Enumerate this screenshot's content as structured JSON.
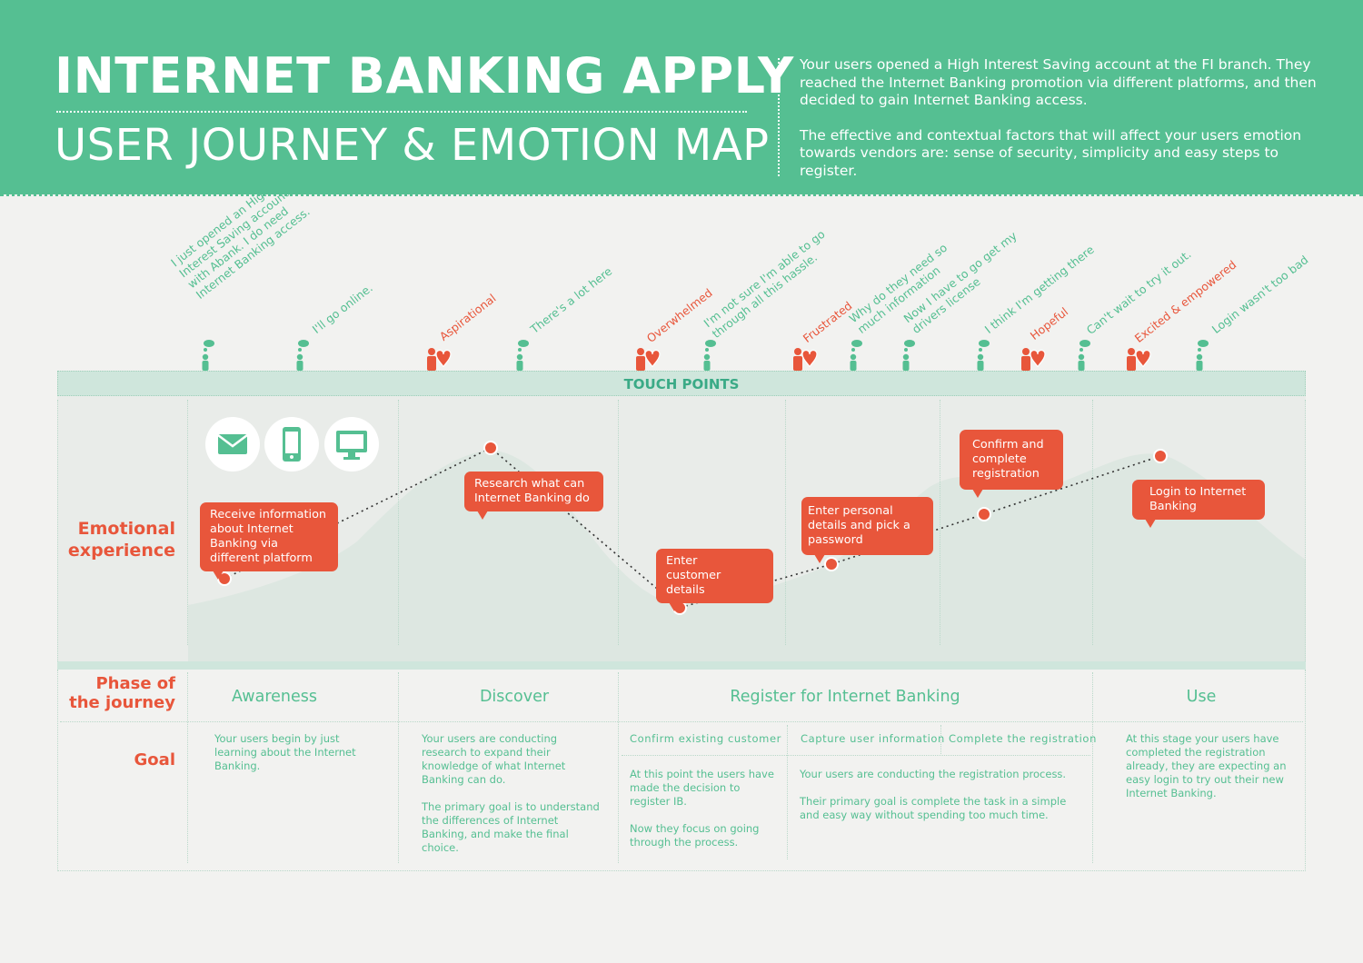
{
  "header": {
    "title": "INTERNET BANKING APPLY",
    "subtitle": "USER JOURNEY & EMOTION MAP",
    "intro_p1": "Your users opened a High Interest Saving account at the FI branch. They reached the Internet Banking promotion via different platforms, and then decided to gain Internet Banking access.",
    "intro_p2": "The effective and contextual factors that will affect your users emotion towards vendors are: sense of security, simplicity and easy steps to register."
  },
  "touch_points_label": "TOUCH POINTS",
  "rows": {
    "emotional": "Emotional experience",
    "phase": "Phase of the journey",
    "goal": "Goal"
  },
  "thoughts": [
    {
      "text": "I just opened an High\nInterest Saving account\nwith Abank. I do need\nInternet Banking access.",
      "kind": "thought"
    },
    {
      "text": "I'll go online.",
      "kind": "thought"
    },
    {
      "text": "Aspirational",
      "kind": "emotion"
    },
    {
      "text": "There's a lot here",
      "kind": "thought"
    },
    {
      "text": "Overwhelmed",
      "kind": "emotion"
    },
    {
      "text": "I'm not sure I'm able to go\nthrough all this hassle.",
      "kind": "thought"
    },
    {
      "text": "Frustrated",
      "kind": "emotion"
    },
    {
      "text": "Why do they need so\nmuch information",
      "kind": "thought"
    },
    {
      "text": "Now I have to go get my\ndrivers license",
      "kind": "thought"
    },
    {
      "text": "I think I'm getting there",
      "kind": "thought"
    },
    {
      "text": "Hopeful",
      "kind": "emotion"
    },
    {
      "text": "Can't wait to try it out.",
      "kind": "thought"
    },
    {
      "text": "Excited & empowered",
      "kind": "emotion"
    },
    {
      "text": "Login wasn't too bad",
      "kind": "thought"
    }
  ],
  "touch_icons": [
    "envelope-icon",
    "phone-icon",
    "monitor-icon"
  ],
  "journey_points": [
    {
      "label": "Receive information about Internet Banking via different platform"
    },
    {
      "label": "Research what can Internet Banking do"
    },
    {
      "label": "Enter customer details"
    },
    {
      "label": "Enter personal details and pick a password"
    },
    {
      "label": "Confirm and complete registration"
    },
    {
      "label": "Login to Internet Banking"
    }
  ],
  "phases": [
    {
      "name": "Awareness"
    },
    {
      "name": "Discover"
    },
    {
      "name": "Register for Internet Banking"
    },
    {
      "name": "Use"
    }
  ],
  "goals": {
    "awareness": "Your users begin by just learning about the Internet Banking.",
    "discover_p1": "Your users are conducting research to expand their knowledge of what Internet Banking can do.",
    "discover_p2": "The primary goal is to understand the differences of Internet Banking, and make the final choice.",
    "register_sub1": "Confirm existing customer",
    "register_sub2": "Capture user information",
    "register_sub3": "Complete the registration",
    "confirm_p1": "At this point the users have made the decision to register IB.",
    "confirm_p2": "Now they focus on going through the process.",
    "capture_p1": "Your users are conducting the registration process.",
    "capture_p2": "Their primary goal is complete the task in a simple and easy way without spending too much time.",
    "use": "At this stage your users have completed the registration already, they are expecting an easy login to try out their new Internet Banking."
  },
  "colors": {
    "green": "#55bf92",
    "red": "#e8563b",
    "light_green": "#cfe6dc",
    "background": "#f2f2f0"
  }
}
